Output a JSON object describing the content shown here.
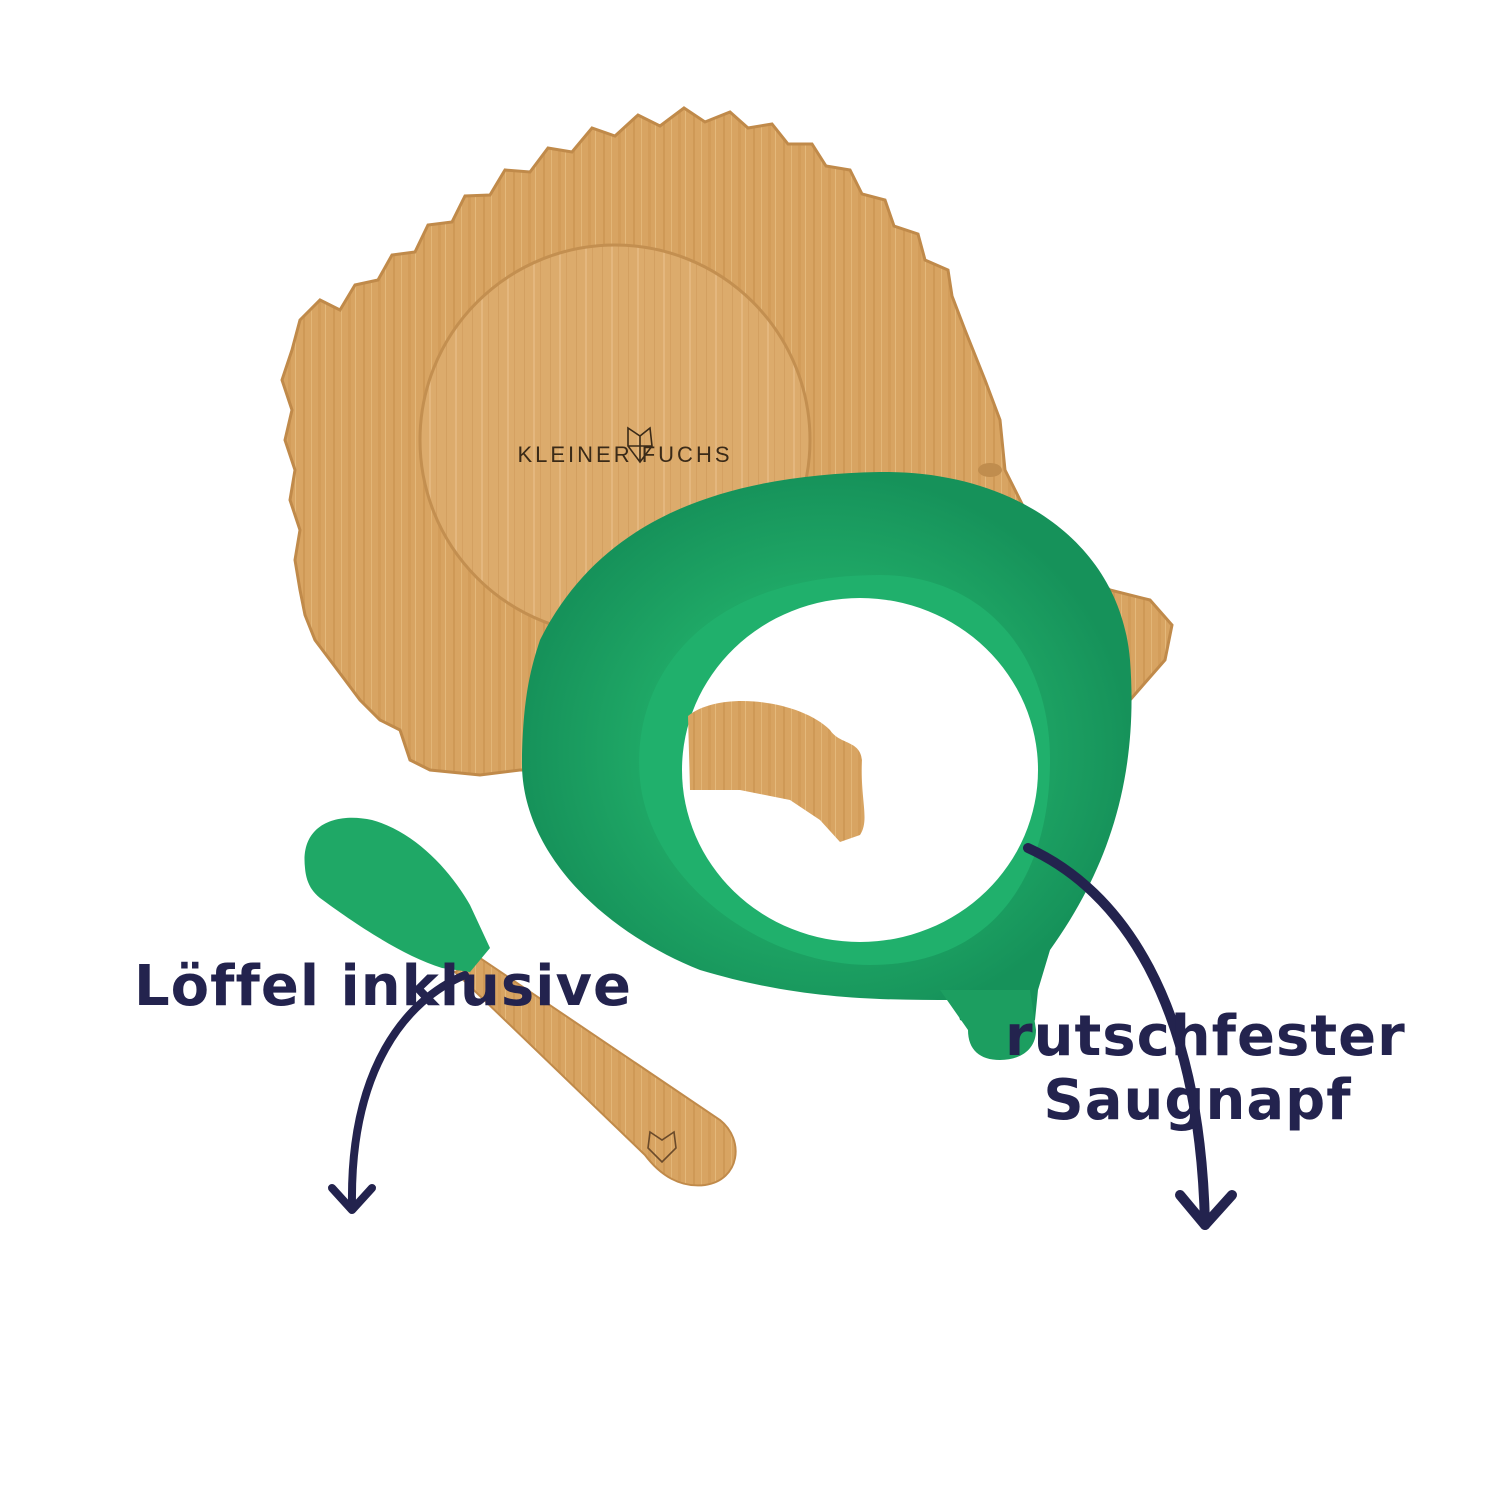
{
  "plate_logo": "KLEINER FUCHS",
  "captions": {
    "spoon": "Löffel inklusive",
    "suction_line1": "rutschfester",
    "suction_line2": "Saugnapf"
  },
  "colors": {
    "background": "#ffffff",
    "bamboo": "#d9a866",
    "silicone_green": "#1fa866",
    "caption_navy": "#23234e"
  }
}
